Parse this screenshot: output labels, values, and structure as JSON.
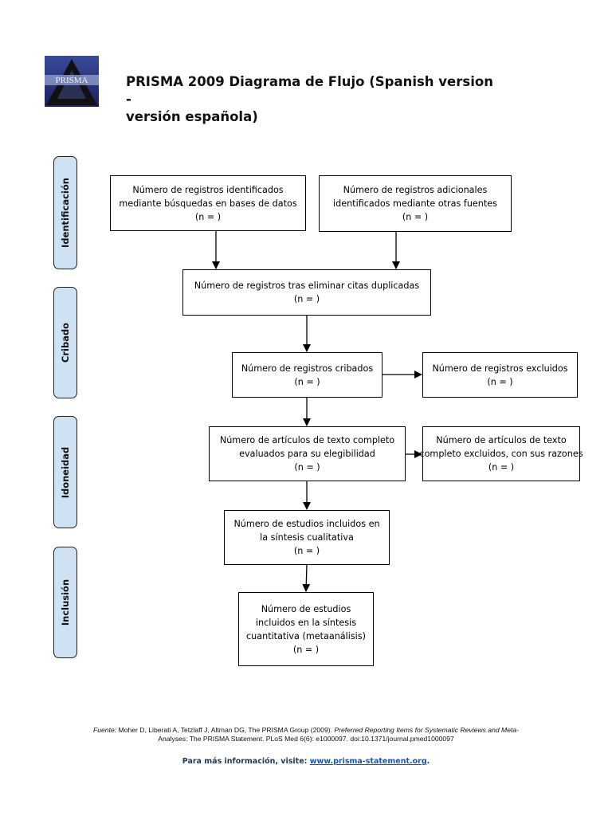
{
  "header": {
    "logo_text": "PRISMA",
    "title_line1": "PRISMA 2009 Diagrama de Flujo (Spanish version -",
    "title_line2": "versión española)"
  },
  "phases": {
    "identificacion": "Identificación",
    "cribado": "Cribado",
    "idoneidad": "Idoneidad",
    "inclusion": "Inclusión"
  },
  "boxes": {
    "db_records": [
      "Número de registros identificados",
      "mediante búsquedas en bases de datos",
      "(n =   )"
    ],
    "other_records": [
      "Número de registros adicionales",
      "identificados mediante otras fuentes",
      "(n =   )"
    ],
    "after_duplicates": [
      "Número de registros tras eliminar citas duplicadas",
      "(n =   )"
    ],
    "screened": [
      "Número de registros cribados",
      "(n =   )"
    ],
    "excluded": [
      "Número de registros excluidos",
      "(n =   )"
    ],
    "fulltext_assessed": [
      "Número de artículos de texto completo",
      "evaluados para su elegibilidad",
      "(n =   )"
    ],
    "fulltext_excluded": [
      "Número de artículos de texto",
      "completo excluidos, con sus razones",
      "(n =   )"
    ],
    "qualitative": [
      "Número de estudios incluidos en",
      "la síntesis cualitativa",
      "(n =   )"
    ],
    "quantitative": [
      "Número de estudios",
      "incluidos en la síntesis",
      "cuantitativa (metaanálisis)",
      "(n =   )"
    ]
  },
  "footer": {
    "source_label": "Fuente:",
    "source_text_1": "Moher D, Liberati A, Tetzlaff J, Altman DG, The PRISMA Group (2009).",
    "source_title_1": "Preferred Reporting Items for Systematic Reviews and Meta-",
    "source_title_2": "Analyses: The PRISMA Statement.",
    "source_text_2": "PLoS Med 6(6): e1000097. doi:10.1371/journal.pmed1000097",
    "more_info_label": "Para más información, visite:",
    "more_info_link": "www.prisma-statement.org",
    "more_info_end": "."
  }
}
